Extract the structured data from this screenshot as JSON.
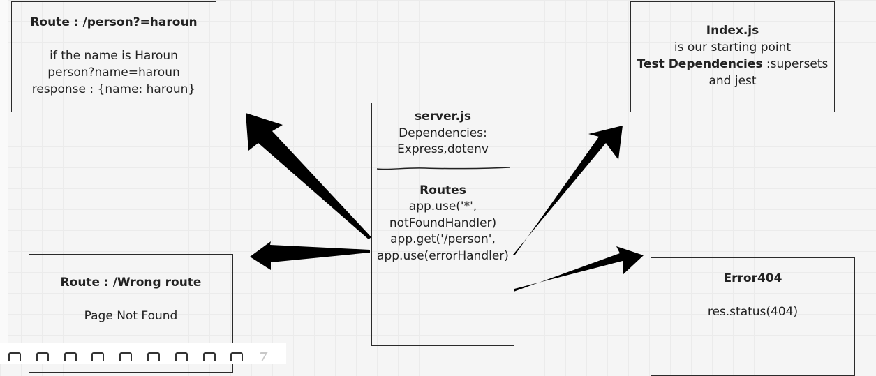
{
  "colors": {
    "border": "#2b2b2b",
    "arrow": "#000000",
    "canvas": "#f5f5f5",
    "grid": "#ebebeb"
  },
  "cards": {
    "person": {
      "title": "Route : /person?=haroun",
      "line1": "if the name is Haroun",
      "line2": "person?name=haroun",
      "line3": "response : {name: haroun}"
    },
    "index": {
      "title": "Index.js",
      "line1": "is our starting point",
      "deps_label": "Test Dependencies",
      "deps_value": " :supersets",
      "line3": "and jest"
    },
    "server": {
      "title": "server.js",
      "line1": "Dependencies:",
      "line2": "Express,dotenv",
      "routes_title": "Routes",
      "route1": "app.use('*',",
      "route2": "notFoundHandler)",
      "route3": "app.get('/person',",
      "route4": "app.use(errorHandler)"
    },
    "wrong": {
      "title": "Route : /Wrong route",
      "line1": "Page Not Found"
    },
    "error": {
      "title": "Error404",
      "line1": "res.status(404)"
    }
  },
  "toolbar": {
    "tools": [
      "sticky-note-tool",
      "card-tool",
      "copy-tool",
      "list-tool",
      "export-tool",
      "comment-tool",
      "video-tool",
      "timer-tool",
      "like-tool",
      "collapse-tool"
    ]
  }
}
